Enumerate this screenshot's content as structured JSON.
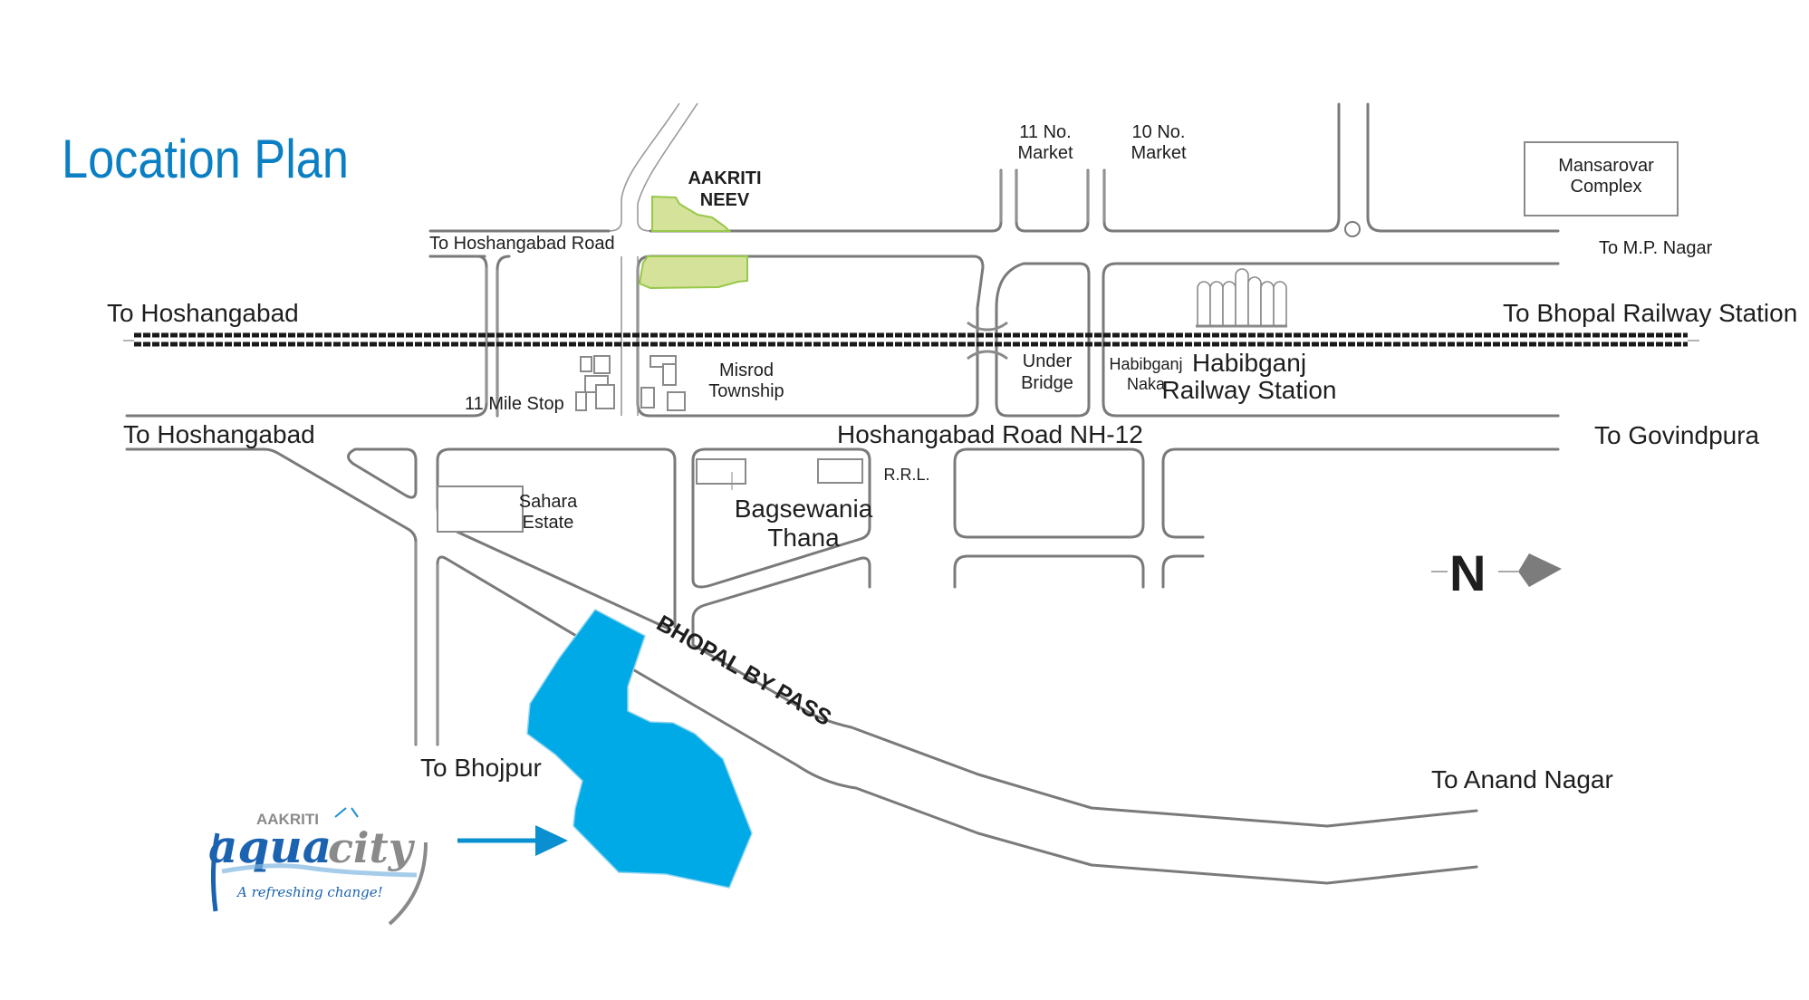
{
  "title": "Location Plan",
  "colors": {
    "title": "#0a7fc4",
    "lake": "#00aae6",
    "project_site": "#d4e29a",
    "project_site_outline": "#98c84a",
    "road": "#7a7a7a",
    "railway": "#1a1a1a",
    "pointer_arrow": "#0a8fd0",
    "north_arrow": "#7c7c7c"
  },
  "labels": {
    "to_hoshangabad_road": "To Hoshangabad Road",
    "aakriti_neev_line1": "AAKRITI",
    "aakriti_neev_line2": "NEEV",
    "market11_line1": "11 No.",
    "market11_line2": "Market",
    "market10_line1": "10 No.",
    "market10_line2": "Market",
    "mansarovar_line1": "Mansarovar",
    "mansarovar_line2": "Complex",
    "to_mp_nagar": "To M.P. Nagar",
    "to_hoshangabad_rail": "To Hoshangabad",
    "to_bhopal_railway_station": "To Bhopal Railway Station",
    "eleven_mile_stop": "11 Mile Stop",
    "misrod_line1": "Misrod",
    "misrod_line2": "Township",
    "under_bridge_line1": "Under",
    "under_bridge_line2": "Bridge",
    "habibganj_naka_line1": "Habibganj",
    "habibganj_naka_line2": "Naka",
    "habibganj_station_line1": "Habibganj",
    "habibganj_station_line2": "Railway Station",
    "to_hoshangabad_road_nh": "To Hoshangabad",
    "hoshangabad_road_nh12": "Hoshangabad Road NH-12",
    "to_govindpura": "To Govindpura",
    "sahara_line1": "Sahara",
    "sahara_line2": "Estate",
    "rrl": "R.R.L.",
    "bagsewania_line1": "Bagsewania",
    "bagsewania_line2": "Thana",
    "bhopal_bypass": "BHOPAL BY PASS",
    "to_bhojpur": "To Bhojpur",
    "to_anand_nagar": "To Anand Nagar",
    "north": "N"
  },
  "logo": {
    "brand": "AAKRITI",
    "name_part1": "aqua",
    "name_part2": "city",
    "tagline": "A refreshing change!"
  }
}
